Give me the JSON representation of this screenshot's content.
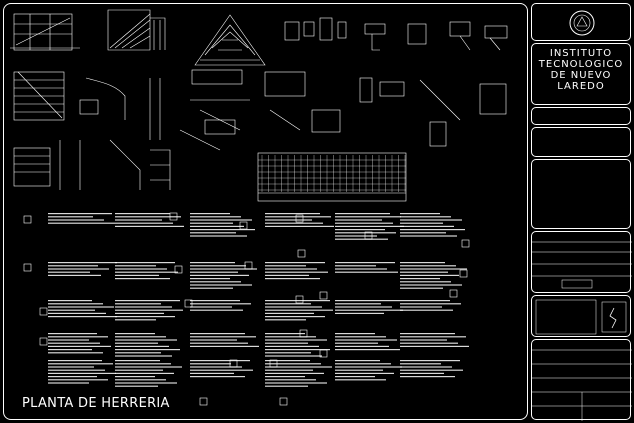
{
  "sheet": {
    "drawing_title": "PLANTA DE HERRERIA"
  },
  "title_block": {
    "institution_line1": "INSTITUTO",
    "institution_line2": "TECNOLOGICO",
    "institution_line3": "DE NUEVO",
    "institution_line4": "LAREDO"
  },
  "colors": {
    "background": "#000000",
    "linework": "#ffffff"
  }
}
